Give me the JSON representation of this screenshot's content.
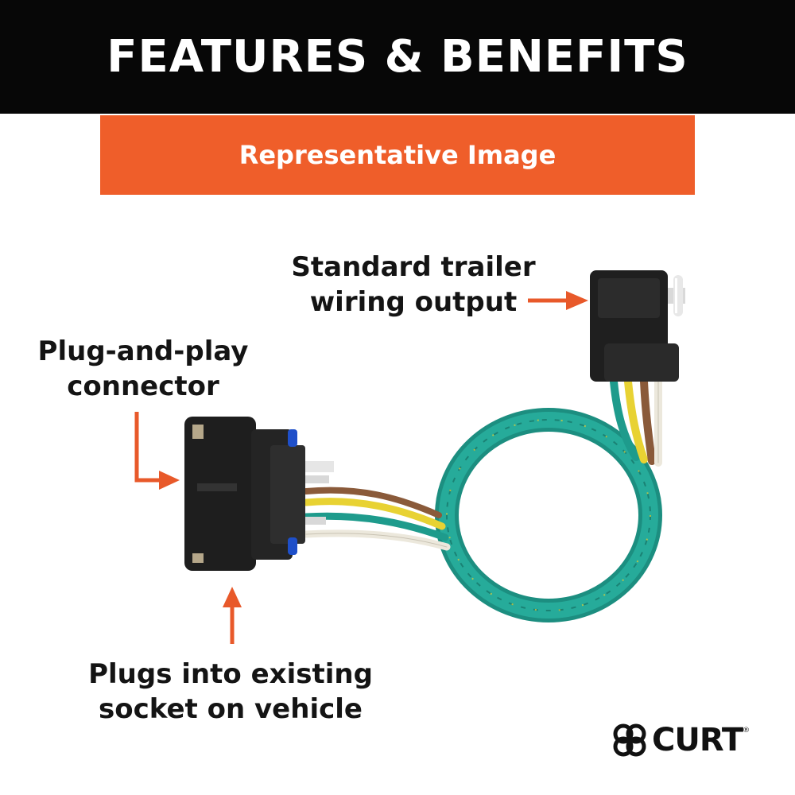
{
  "header": {
    "title": "FEATURES & BENEFITS"
  },
  "banner": {
    "text": "Representative Image"
  },
  "callouts": {
    "output": {
      "line1": "Standard trailer",
      "line2": "wiring output"
    },
    "connector": {
      "line1": "Plug-and-play",
      "line2": "connector"
    },
    "socket": {
      "line1": "Plugs into existing",
      "line2": "socket on vehicle"
    }
  },
  "brand": {
    "name": "CURT",
    "trademark": "®"
  },
  "colors": {
    "header_bg": "#070707",
    "banner_bg": "#ef5e2a",
    "arrow": "#e8592a",
    "wire_green": "#1e9b8c",
    "wire_yellow": "#e8d233",
    "wire_brown": "#8a5a3a",
    "wire_white": "#ece8dc",
    "plug_body": "#1f1f1f",
    "connector_blue": "#1e4fc9"
  },
  "icons": [
    "arrow-right-icon",
    "arrow-elbow-icon",
    "arrow-up-icon",
    "curt-logo-icon"
  ]
}
